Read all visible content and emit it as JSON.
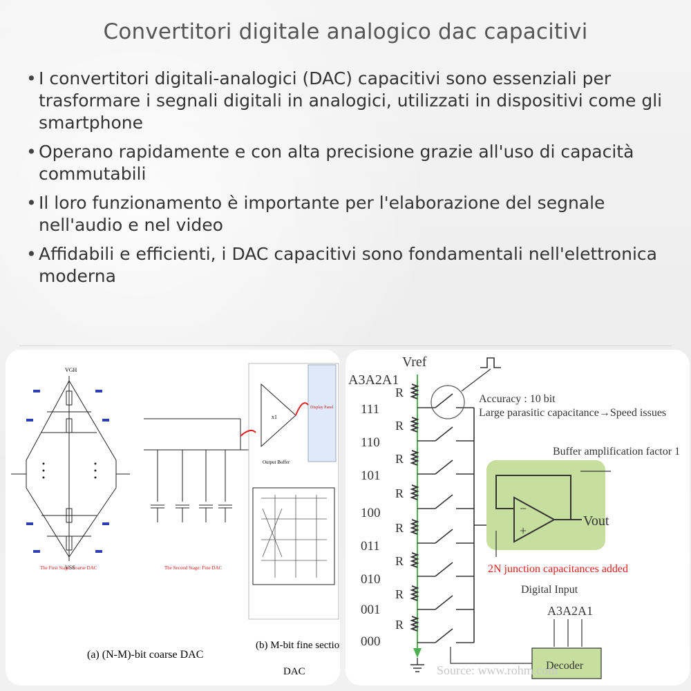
{
  "title": "Convertitori digitale analogico dac capacitivi",
  "bullets": [
    "I convertitori digitali-analogici (DAC) capacitivi sono essenziali per trasformare i segnali digitali in analogici, utilizzati in dispositivi come gli smartphone",
    "Operano rapidamente e con alta precisione grazie all'uso di capacità commutabili",
    "Il loro funzionamento è importante per l'elaborazione del segnale nell'audio e nel video",
    "Affidabili e efficienti, i DAC capacitivi sono fondamentali nell'elettronica moderna"
  ],
  "left_figure": {
    "vgh": "VGH",
    "vss": "VSS",
    "stage1": "The First Stage: Coarse DAC",
    "stage2": "The Second Stage: Fine DAC",
    "output_buffer": "Output Buffer",
    "display_panel": "Display Panel",
    "x1": "x1",
    "caption_a": "(a) (N-M)-bit coarse DAC",
    "caption_b_line1": "(b) M-bit fine section",
    "caption_b_line2": "DAC"
  },
  "right_figure": {
    "vref": "Vref",
    "address_header": "A3A2A1",
    "codes": [
      "111",
      "110",
      "101",
      "100",
      "011",
      "010",
      "001",
      "000"
    ],
    "resistor_label": "R",
    "accuracy": "Accuracy : 10 bit",
    "parasitic": "Large parasitic capacitance→Speed issues",
    "buffer_factor": "Buffer amplification factor 1",
    "vout": "Vout",
    "minus": "−",
    "plus": "+",
    "junction": "2N junction capacitances added",
    "digital_input": "Digital Input",
    "decoder_inputs": "A3A2A1",
    "decoder": "Decoder",
    "source": "Source: www.rohm.com"
  },
  "colors": {
    "highlight_green": "#c6df9f",
    "warning_red": "#e02020",
    "vref_line": "#4caf50"
  }
}
